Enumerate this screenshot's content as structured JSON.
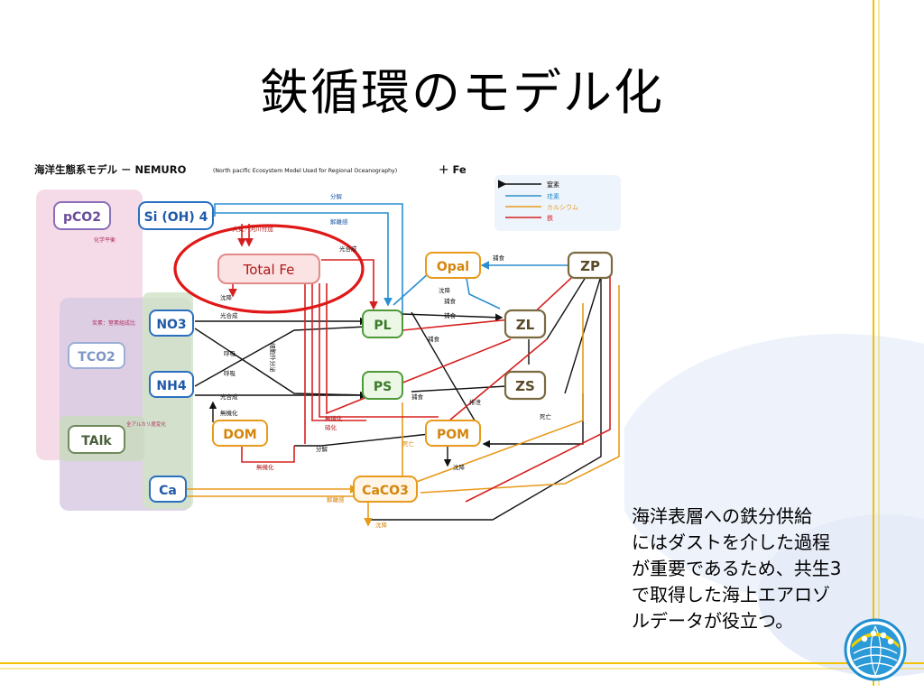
{
  "slide": {
    "title": "鉄循環のモデル化",
    "caption_lines": [
      "海洋表層への鉄分供給",
      "にはダストを介した過程",
      "が重要であるため、共生3",
      "で取得した海上エアロゾ",
      "ルデータが役立つ。"
    ]
  },
  "figure": {
    "header_left": "海洋生態系モデル － NEMURO",
    "header_paren": "(North pacific Ecosystem Model Used for Regional Oceanography)",
    "header_right": "＋ Fe",
    "legend": [
      {
        "label": "窒素",
        "color": "#000000"
      },
      {
        "label": "珪素",
        "color": "#2a8fd0"
      },
      {
        "label": "カルシウム",
        "color": "#e89a1c"
      },
      {
        "label": "鉄",
        "color": "#d62020"
      }
    ],
    "nodes": {
      "pco2": "pCO2",
      "si": "Si (OH) 4",
      "totalfe": "Total Fe",
      "opal": "Opal",
      "zp": "ZP",
      "no3": "NO3",
      "tco2": "TCO2",
      "pl": "PL",
      "zl": "ZL",
      "nh4": "NH4",
      "ps": "PS",
      "zs": "ZS",
      "talk": "TAlk",
      "dom": "DOM",
      "pom": "POM",
      "ca": "Ca",
      "caco3": "CaCO3"
    },
    "labels": {
      "kagaku_heiko": "化学平衡",
      "taiki": "大気／河川付加",
      "chinko": "沈降",
      "kogosei": "光合成",
      "kokyu": "呼吸",
      "bunkai": "分解",
      "kaiso": "解離感",
      "hoshoku": "捕食",
      "shibo": "死亡",
      "haisetsu": "排泄",
      "musekika": "無機化",
      "shokaka": "硝化",
      "sai_sochi": "細胞外分泌",
      "zen_alk": "全アルカリ度変化",
      "tanso": "炭素：窒素組成比"
    }
  }
}
